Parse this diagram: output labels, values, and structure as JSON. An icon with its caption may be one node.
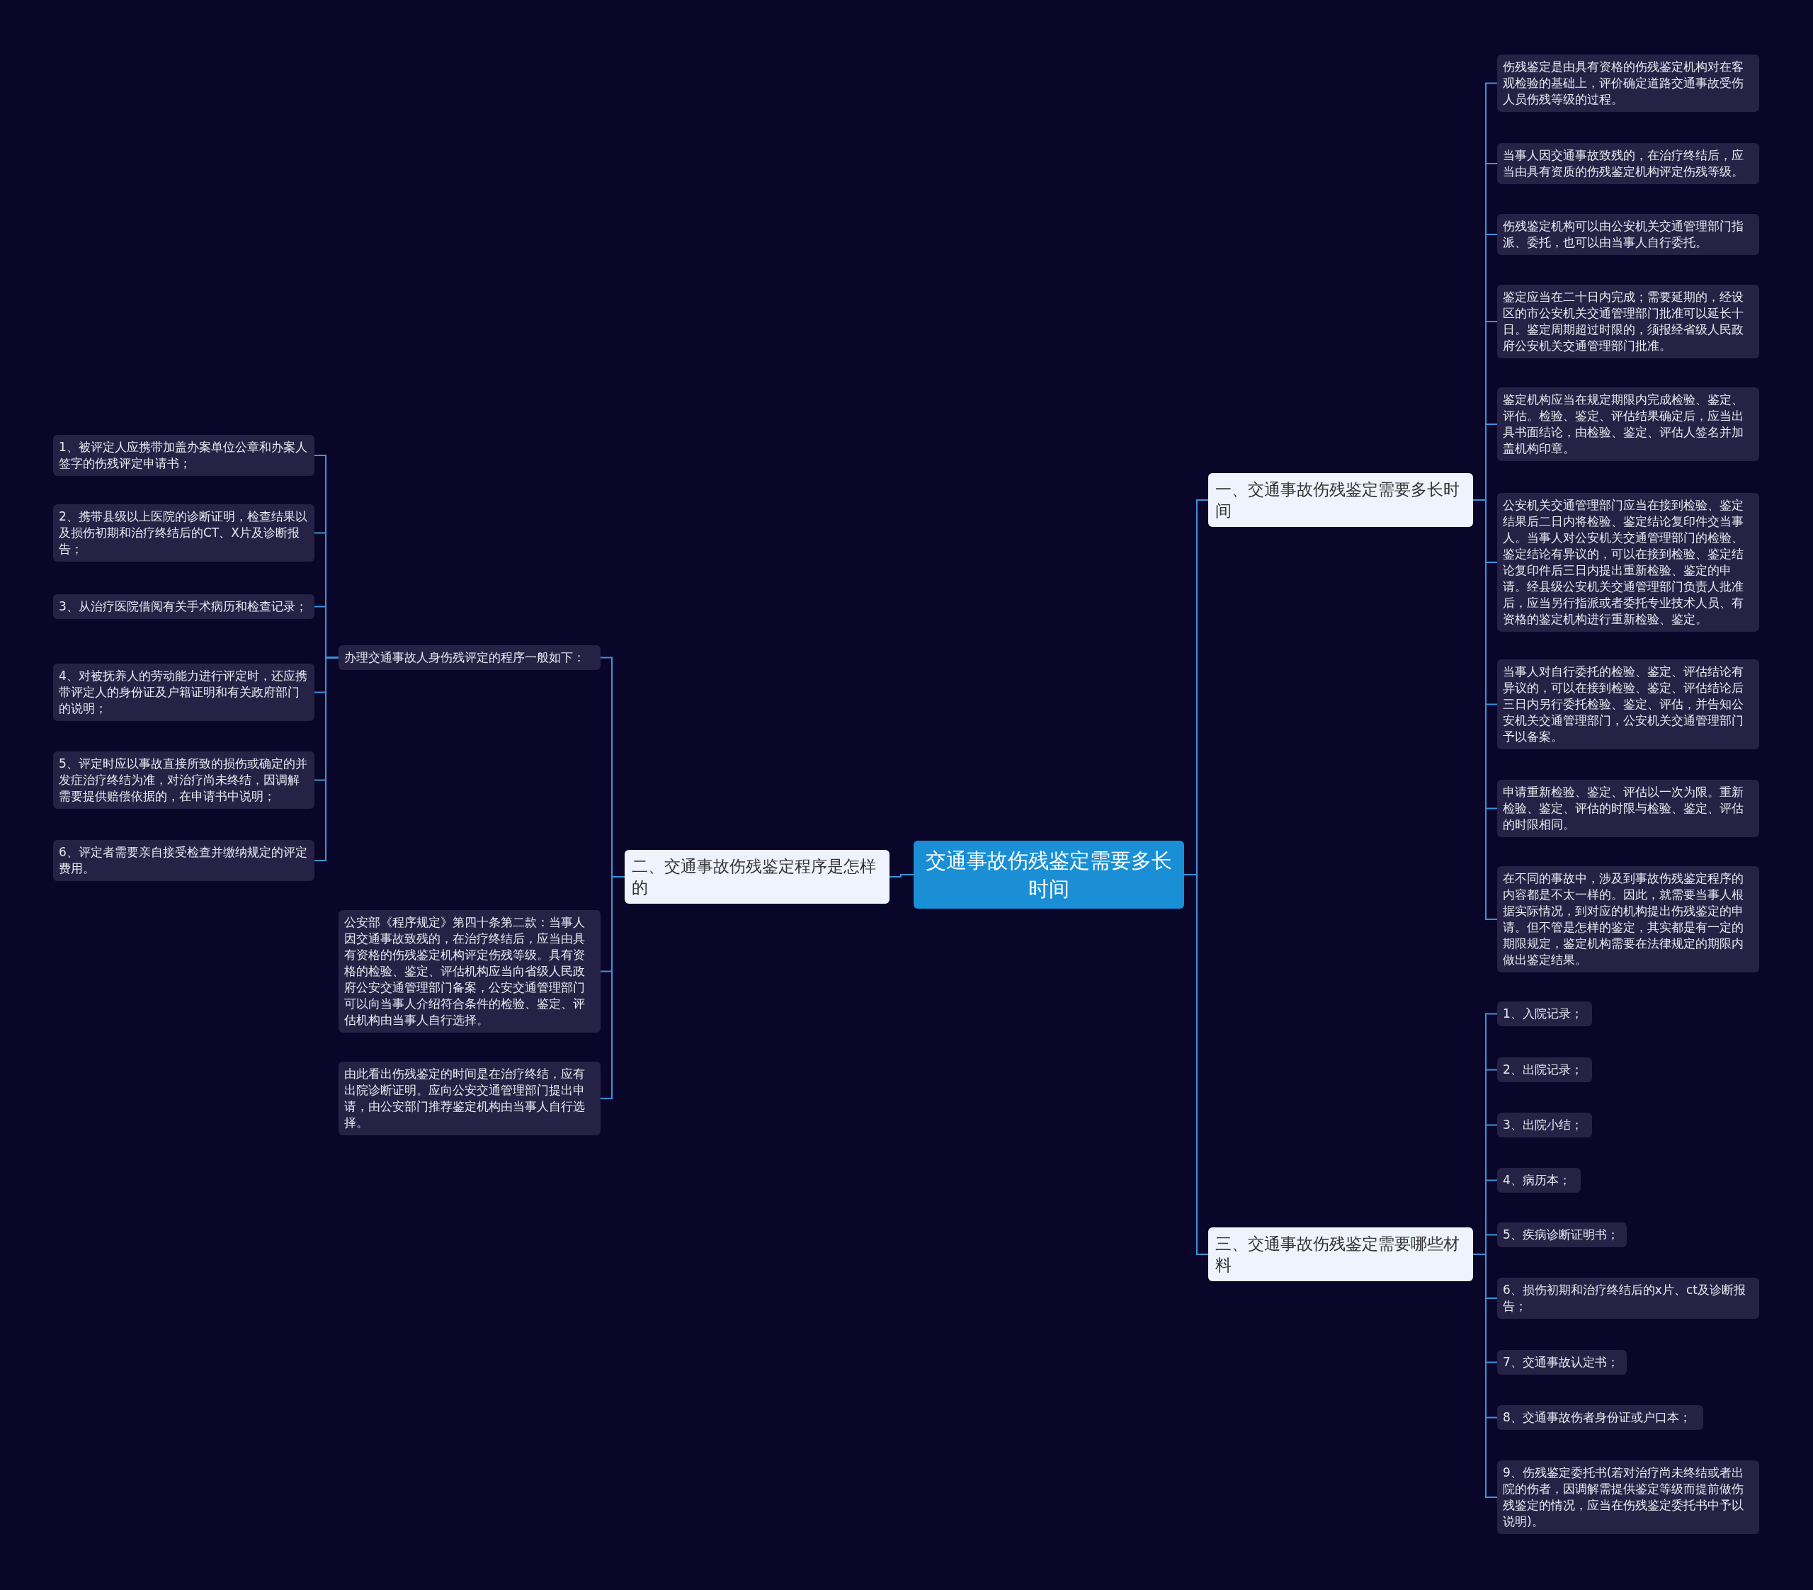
{
  "diagram": {
    "nodes": [
      {
        "text": [
          "交通事故伤残鉴定需要多长时间"
        ]
      },
      {
        "text": [
          "一、交通事故伤残鉴定需要多长时间"
        ]
      },
      {
        "text": [
          "伤残鉴定是由具有资格的伤残鉴定机构对在客观检验的基础上，评价确定道路交通事故受伤人员伤残等级的过程。"
        ]
      },
      {
        "text": [
          "当事人因交通事故致残的，在治疗终结后，应当由具有资质的伤残鉴定机构评定伤残等级。"
        ]
      },
      {
        "text": [
          "伤残鉴定机构可以由公安机关交通管理部门指派、委托，也可以由当事人自行委托。"
        ]
      },
      {
        "text": [
          "鉴定应当在二十日内完成；需要延期的，经设区的市公安机关交通管理部门批准可以延长十日。鉴定周期超过时限的，须报经省级人民政府公安机关交通管理部门批准。"
        ]
      },
      {
        "text": [
          "鉴定机构应当在规定期限内完成检验、鉴定、评估。检验、鉴定、评估结果确定后，应当出具书面结论，由检验、鉴定、评估人签名并加盖机构印章。"
        ]
      },
      {
        "text": [
          "公安机关交通管理部门应当在接到检验、鉴定结果后二日内将检验、鉴定结论复印件交当事人。当事人对公安机关交通管理部门的检验、鉴定结论有异议的，可以在接到检验、鉴定结论复印件后三日内提出重新检验、鉴定的申请。经县级公安机关交通管理部门负责人批准后，应当另行指派或者委托专业技术人员、有资格的鉴定机构进行重新检验、鉴定。"
        ]
      },
      {
        "text": [
          "当事人对自行委托的检验、鉴定、评估结论有异议的，可以在接到检验、鉴定、评估结论后三日内另行委托检验、鉴定、评估，并告知公安机关交通管理部门，公安机关交通管理部门予以备案。"
        ]
      },
      {
        "text": [
          "申请重新检验、鉴定、评估以一次为限。重新检验、鉴定、评估的时限与检验、鉴定、评估的时限相同。"
        ]
      },
      {
        "text": [
          "在不同的事故中，涉及到事故伤残鉴定程序的内容都是不太一样的。因此，就需要当事人根据实际情况，到对应的机构提出伤残鉴定的申请。但不管是怎样的鉴定，其实都是有一定的期限规定，鉴定机构需要在法律规定的期限内做出鉴定结果。"
        ]
      },
      {
        "text": [
          "二、交通事故伤残鉴定程序是怎样的"
        ]
      },
      {
        "text": [
          "办理交通事故人身伤残评定的程序一般如下："
        ]
      },
      {
        "text": [
          "1、被评定人应携带加盖办案单位公章和办案人签字的伤残评定申请书；"
        ]
      },
      {
        "text": [
          "2、携带县级以上医院的诊断证明，检查结果以及损伤初期和治疗终结后的CT、X片及诊断报告；"
        ]
      },
      {
        "text": [
          "3、从治疗医院借阅有关手术病历和检查记录；"
        ]
      },
      {
        "text": [
          "4、对被抚养人的劳动能力进行评定时，还应携带评定人的身份证及户籍证明和有关政府部门的说明；"
        ]
      },
      {
        "text": [
          "5、评定时应以事故直接所致的损伤或确定的并发症治疗终结为准，对治疗尚未终结，因调解需要提供赔偿依据的，在申请书中说明；"
        ]
      },
      {
        "text": [
          "6、评定者需要亲自接受检查并缴纳规定的评定费用。"
        ]
      },
      {
        "text": [
          "公安部《程序规定》第四十条第二款：当事人因交通事故致残的，在治疗终结后，应当由具有资格的伤残鉴定机构评定伤残等级。具有资格的检验、鉴定、评估机构应当向省级人民政府公安交通管理部门备案，公安交通管理部门可以向当事人介绍符合条件的检验、鉴定、评估机构由当事人自行选择。"
        ]
      },
      {
        "text": [
          "由此看出伤残鉴定的时间是在治疗终结，应有出院诊断证明。应向公安交通管理部门提出申请，由公安部门推荐鉴定机构由当事人自行选择。"
        ]
      },
      {
        "text": [
          "三、交通事故伤残鉴定需要哪些材料"
        ]
      },
      {
        "text": [
          "1、入院记录；"
        ]
      },
      {
        "text": [
          "2、出院记录；"
        ]
      },
      {
        "text": [
          "3、出院小结；"
        ]
      },
      {
        "text": [
          "4、病历本；"
        ]
      },
      {
        "text": [
          "5、疾病诊断证明书；"
        ]
      },
      {
        "text": [
          "6、损伤初期和治疗终结后的x片、ct及诊断报告；"
        ]
      },
      {
        "text": [
          "7、交通事故认定书；"
        ]
      },
      {
        "text": [
          "8、交通事故伤者身份证或户口本；"
        ]
      },
      {
        "text": [
          "9、伤残鉴定委托书(若对治疗尚未终结或者出院的伤者，因调解需提供鉴定等级而提前做伤残鉴定的情况，应当在伤残鉴定委托书中予以说明)。"
        ]
      }
    ],
    "edges": [
      {
        "from": 0,
        "to": 1,
        "arrow": "none"
      },
      {
        "from": 0,
        "to": 11,
        "arrow": "none"
      },
      {
        "from": 0,
        "to": 21,
        "arrow": "none"
      },
      {
        "from": 1,
        "to": 2,
        "arrow": "none"
      },
      {
        "from": 1,
        "to": 3,
        "arrow": "none"
      },
      {
        "from": 1,
        "to": 4,
        "arrow": "none"
      },
      {
        "from": 1,
        "to": 5,
        "arrow": "none"
      },
      {
        "from": 1,
        "to": 6,
        "arrow": "none"
      },
      {
        "from": 1,
        "to": 7,
        "arrow": "none"
      },
      {
        "from": 1,
        "to": 8,
        "arrow": "none"
      },
      {
        "from": 1,
        "to": 9,
        "arrow": "none"
      },
      {
        "from": 1,
        "to": 10,
        "arrow": "none"
      },
      {
        "from": 11,
        "to": 12,
        "arrow": "none"
      },
      {
        "from": 11,
        "to": 19,
        "arrow": "none"
      },
      {
        "from": 11,
        "to": 20,
        "arrow": "none"
      },
      {
        "from": 12,
        "to": 13,
        "arrow": "none"
      },
      {
        "from": 12,
        "to": 14,
        "arrow": "none"
      },
      {
        "from": 12,
        "to": 15,
        "arrow": "none"
      },
      {
        "from": 12,
        "to": 16,
        "arrow": "none"
      },
      {
        "from": 12,
        "to": 17,
        "arrow": "none"
      },
      {
        "from": 12,
        "to": 18,
        "arrow": "none"
      },
      {
        "from": 21,
        "to": 22,
        "arrow": "none"
      },
      {
        "from": 21,
        "to": 23,
        "arrow": "none"
      },
      {
        "from": 21,
        "to": 24,
        "arrow": "none"
      },
      {
        "from": 21,
        "to": 25,
        "arrow": "none"
      },
      {
        "from": 21,
        "to": 26,
        "arrow": "none"
      },
      {
        "from": 21,
        "to": 27,
        "arrow": "none"
      },
      {
        "from": 21,
        "to": 28,
        "arrow": "none"
      },
      {
        "from": 21,
        "to": 29,
        "arrow": "none"
      },
      {
        "from": 21,
        "to": 30,
        "arrow": "none"
      }
    ]
  }
}
